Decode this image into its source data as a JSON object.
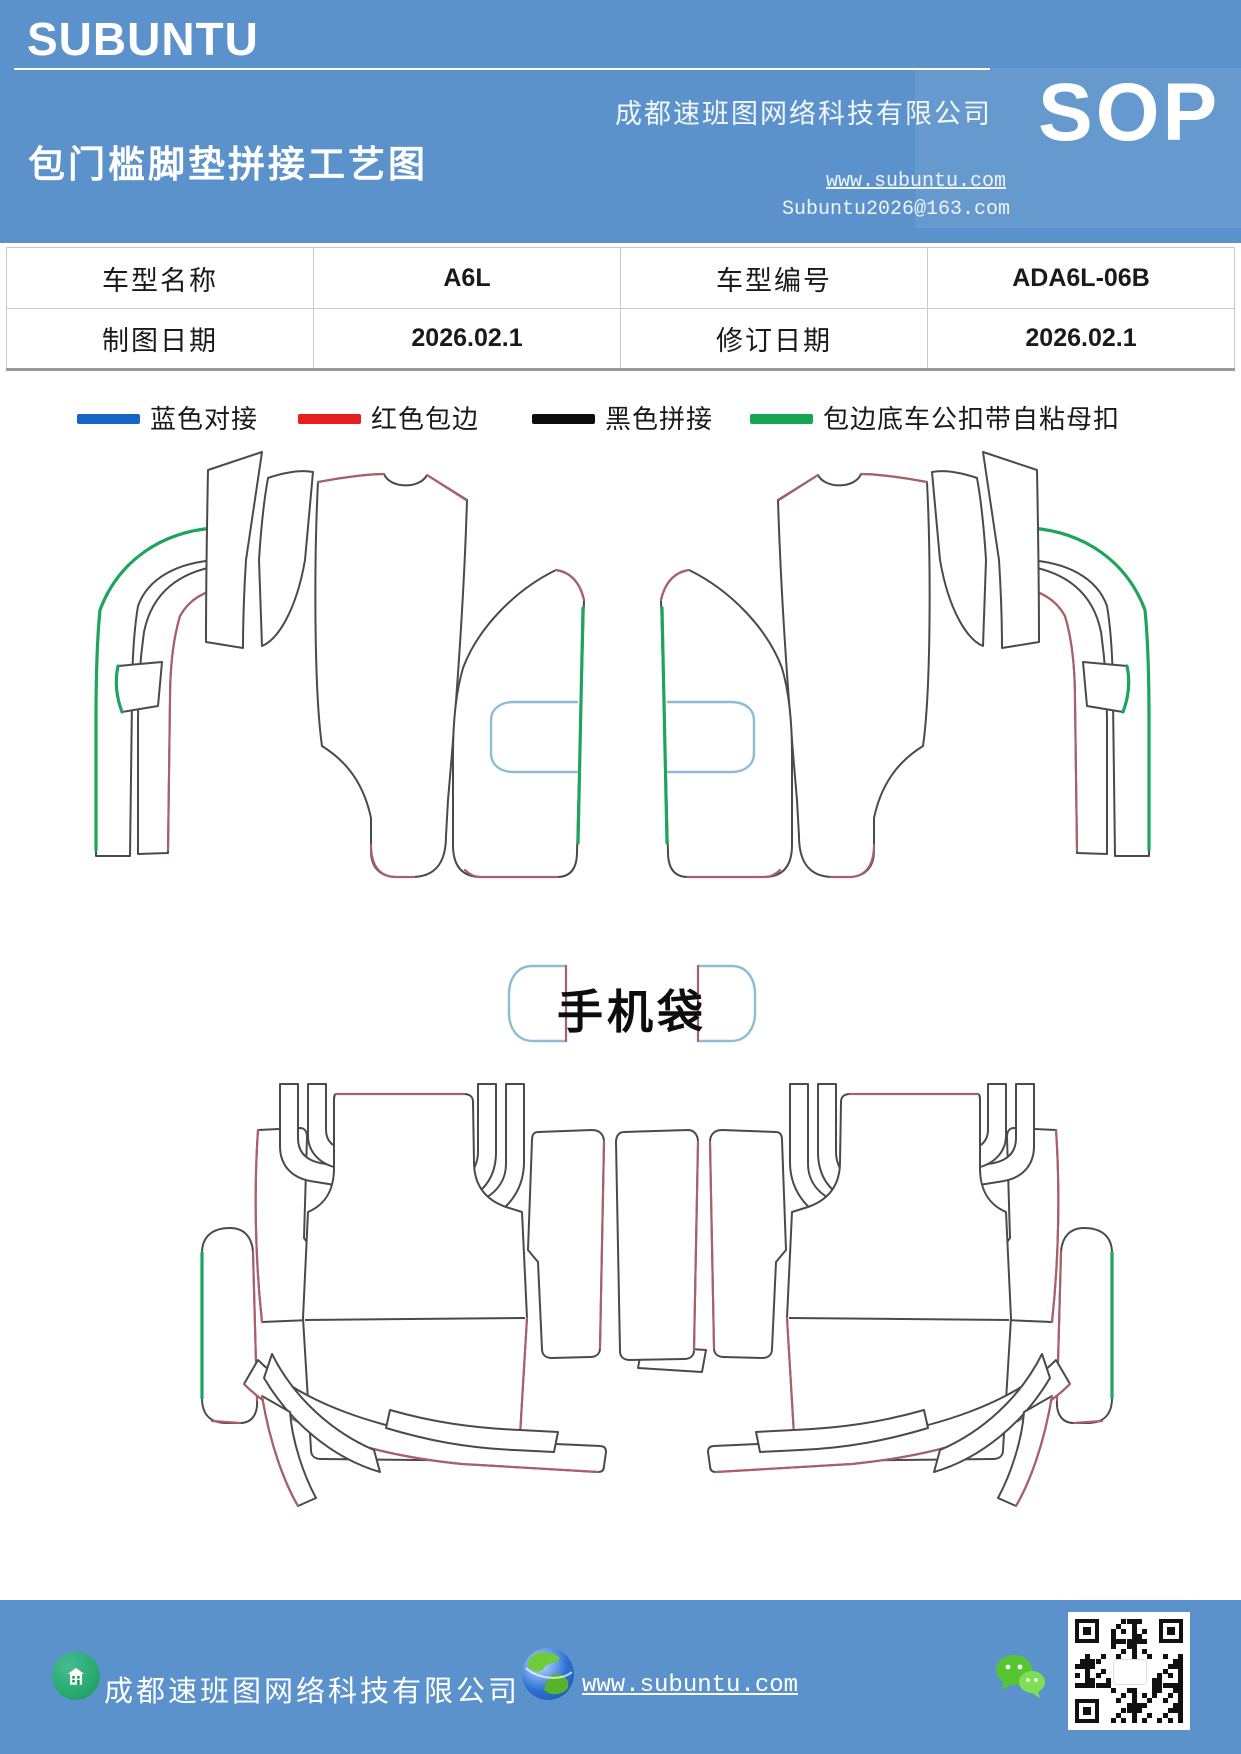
{
  "page": {
    "accent_blue": "#5b92cb"
  },
  "header": {
    "brand": "SUBUNTU",
    "company": "成都速班图网络科技有限公司",
    "title": "包门槛脚垫拼接工艺图",
    "website": "www.subuntu.com",
    "email": "Subuntu2026@163.com",
    "badge": "SOP"
  },
  "info_table": {
    "row1": {
      "label1": "车型名称",
      "value1": "A6L",
      "label2": "车型编号",
      "value2": "ADA6L-06B"
    },
    "row2": {
      "label1": "制图日期",
      "value1": "2026.02.1",
      "label2": "修订日期",
      "value2": "2026.02.1"
    }
  },
  "legend": {
    "items": [
      {
        "label": "蓝色对接",
        "color": "#1565c5"
      },
      {
        "label": "红色包边",
        "color": "#e51f1f"
      },
      {
        "label": "黑色拼接",
        "color": "#0c0c0c"
      },
      {
        "label": "包边底车公扣带自粘母扣",
        "color": "#18a551"
      }
    ]
  },
  "diagram": {
    "phone_bag_label": "手机袋",
    "colors": {
      "outline": "#4a4a4a",
      "edge_red": "#a96068",
      "edge_green": "#1ea45c",
      "cutout_blue": "#8fbcd4"
    }
  },
  "footer": {
    "company": "成都速班图网络科技有限公司",
    "website": "www.subuntu.com"
  }
}
